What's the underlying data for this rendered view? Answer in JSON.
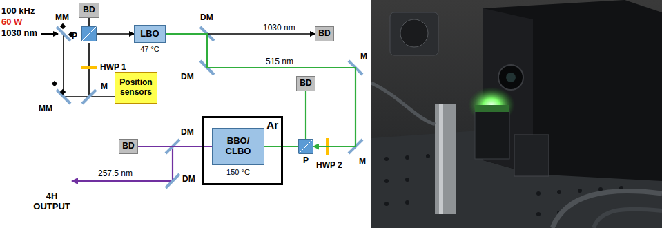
{
  "diagram": {
    "nodes": [
      {
        "text": [
          "BD"
        ]
      },
      {
        "text": [
          "P"
        ]
      },
      {
        "text": [
          "LBO",
          "47 °C"
        ]
      },
      {
        "text": [
          "BD"
        ]
      },
      {
        "text": [
          "Position sensors"
        ]
      },
      {
        "text": [
          "BD"
        ]
      },
      {
        "text": [
          "P"
        ]
      },
      {
        "text": [
          "Ar"
        ]
      },
      {
        "text": [
          "BBO/ CLBO",
          "150 °C"
        ],
        "in": 7
      },
      {
        "text": [
          "BD"
        ]
      }
    ],
    "edges": [
      {
        "from": 1,
        "to": 0,
        "arrow": "none"
      },
      {
        "from": 1,
        "to": 2,
        "arrow": "to"
      },
      {
        "from": 2,
        "to": 3,
        "label": "1030 nm",
        "arrow": "to"
      },
      {
        "from": 2,
        "to": 6,
        "label": "515 nm",
        "arrow": "to"
      },
      {
        "from": 6,
        "to": 5,
        "arrow": "none"
      },
      {
        "from": 6,
        "to": 8,
        "arrow": "none"
      },
      {
        "from": 8,
        "to": 9,
        "arrow": "none"
      }
    ],
    "labels": [
      "100 kHz",
      "60 W",
      "1030 nm",
      "MM",
      "MM",
      "HWP 1",
      "M",
      "DM",
      "DM",
      "M",
      "M",
      "HWP 2",
      "DM",
      "DM",
      "257.5 nm",
      "4H OUTPUT"
    ]
  }
}
